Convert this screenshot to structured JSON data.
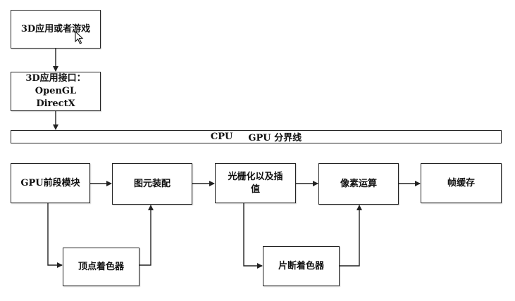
{
  "boxes": {
    "app": "3D应用或者游戏",
    "api": "3D应用接口：\nOpenGL  DirectX",
    "frontend": "GPU前段模块",
    "assembly": "图元装配",
    "raster": "光栅化以及插\n值",
    "pixel_ops": "像素运算",
    "framebuffer": "帧缓存",
    "vertex_shader": "顶点着色器",
    "fragment_shader": "片断着色器"
  },
  "divider": {
    "cpu": "CPU",
    "gpu": "GPU 分界线"
  },
  "icons": {
    "cursor": "mouse-pointer-icon"
  },
  "colors": {
    "line": "#222222",
    "background": "#ffffff"
  }
}
